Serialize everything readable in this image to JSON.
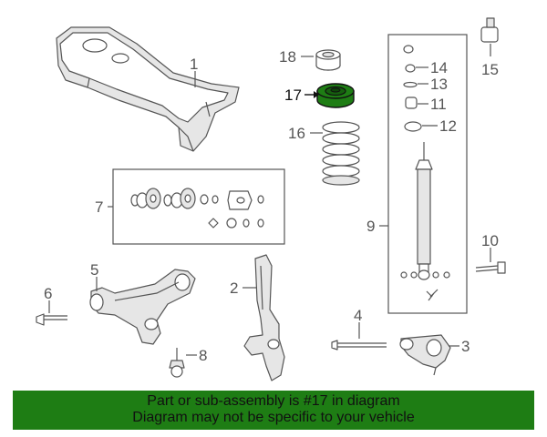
{
  "highlight_color": "#1e7d14",
  "labels": {
    "p1": "1",
    "p2": "2",
    "p3": "3",
    "p4": "4",
    "p5": "5",
    "p6": "6",
    "p7": "7",
    "p8": "8",
    "p9": "9",
    "p10": "10",
    "p11": "11",
    "p12": "12",
    "p13": "13",
    "p14": "14",
    "p15": "15",
    "p16": "16",
    "p17": "17",
    "p18": "18"
  },
  "footer": {
    "line1": "Part or sub-assembly is #17 in diagram",
    "line2": "Diagram may not be specific to your vehicle"
  }
}
